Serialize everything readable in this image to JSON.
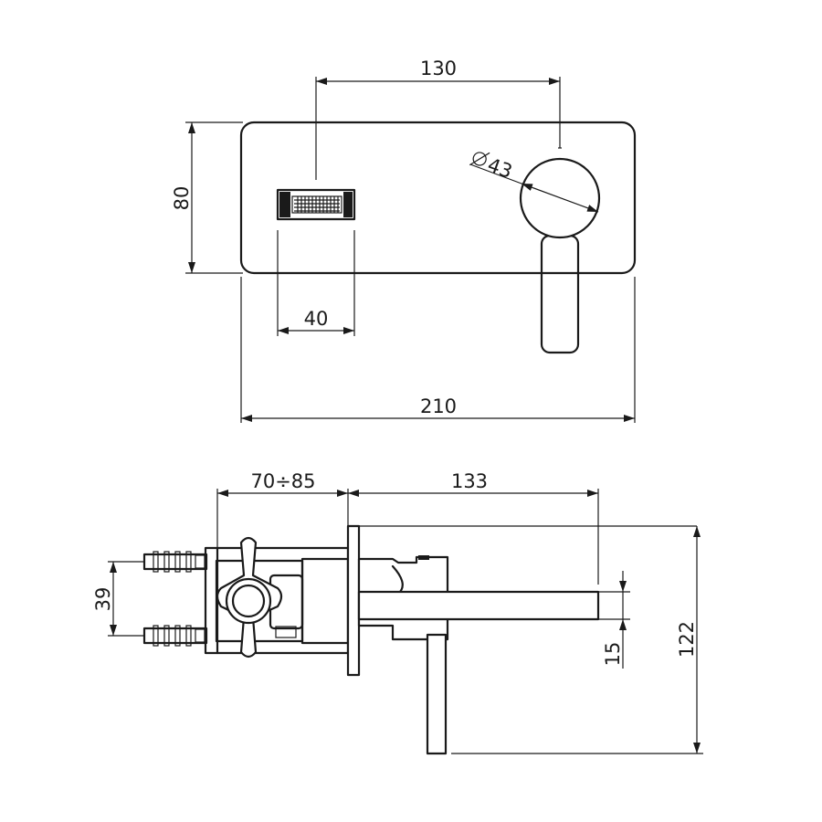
{
  "drawing": {
    "front_view": {
      "dim_top": "130",
      "dim_height": "80",
      "dim_diameter": "43",
      "dim_slot": "40",
      "dim_width": "210"
    },
    "side_view": {
      "dim_depth_range": "70÷85",
      "dim_spout": "133",
      "dim_inlets": "39",
      "dim_spout_thickness": "15",
      "dim_total_height": "122"
    }
  }
}
